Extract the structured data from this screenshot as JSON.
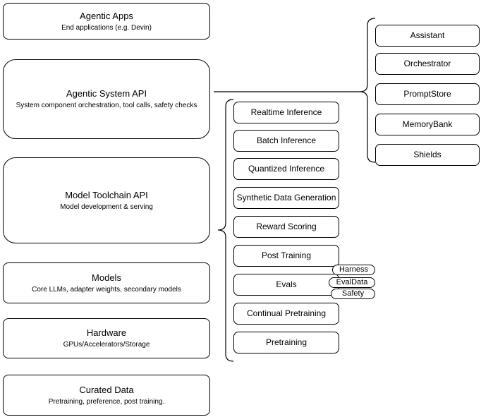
{
  "colors": {
    "stroke": "#000000",
    "fill": "#ffffff",
    "text": "#000000",
    "background": "#ffffff"
  },
  "left_stack": {
    "agentic_apps": {
      "title": "Agentic Apps",
      "subtitle": "End applications (e.g. Devin)"
    },
    "agentic_system_api": {
      "title": "Agentic System API",
      "subtitle": "System component orchestration, tool calls, safety checks"
    },
    "model_toolchain_api": {
      "title": "Model Toolchain API",
      "subtitle": "Model development & serving"
    },
    "models": {
      "title": "Models",
      "subtitle": "Core LLMs, adapter weights, secondary models"
    },
    "hardware": {
      "title": "Hardware",
      "subtitle": "GPUs/Accelerators/Storage"
    },
    "curated_data": {
      "title": "Curated Data",
      "subtitle": "Pretraining, preference, post training."
    }
  },
  "toolchain_column": {
    "items": [
      "Realtime Inference",
      "Batch Inference",
      "Quantized Inference",
      "Synthetic Data Generation",
      "Reward Scoring",
      "Post Training",
      "Evals",
      "Continual Pretraining",
      "Pretraining"
    ]
  },
  "eval_tags": [
    "Harness",
    "EvalData",
    "Safety"
  ],
  "system_components": [
    "Assistant",
    "Orchestrator",
    "PromptStore",
    "MemoryBank",
    "Shields"
  ]
}
